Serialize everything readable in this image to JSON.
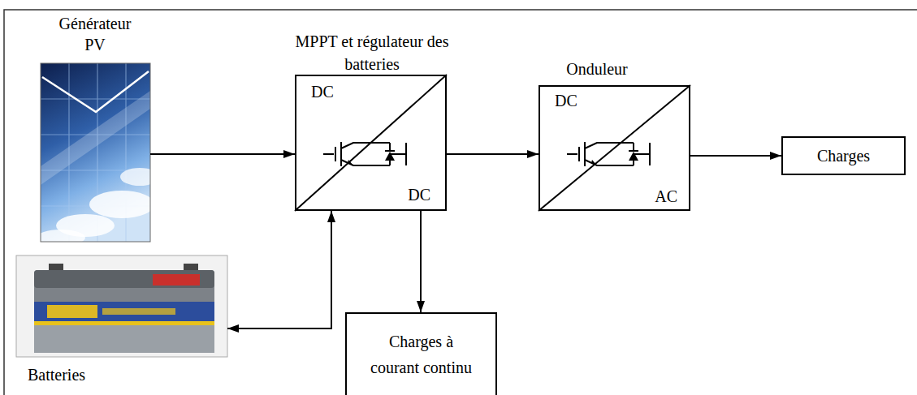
{
  "diagram": {
    "nodes": [
      {
        "text": [
          "Générateur PV"
        ]
      },
      {
        "text": [
          "MPPT et régulateur des batteries",
          "DC",
          "DC"
        ]
      },
      {
        "text": [
          "Onduleur",
          "DC",
          "AC"
        ]
      },
      {
        "text": [
          "Charges"
        ]
      },
      {
        "text": [
          "Batteries"
        ]
      },
      {
        "text": [
          "Charges à courant continu"
        ]
      }
    ],
    "edges": [
      {
        "from": 0,
        "to": 1,
        "arrow": "to"
      },
      {
        "from": 1,
        "to": 2,
        "arrow": "to"
      },
      {
        "from": 2,
        "to": 3,
        "arrow": "to"
      },
      {
        "from": 1,
        "to": 4,
        "arrow": "both"
      },
      {
        "from": 1,
        "to": 5,
        "arrow": "to"
      }
    ]
  }
}
